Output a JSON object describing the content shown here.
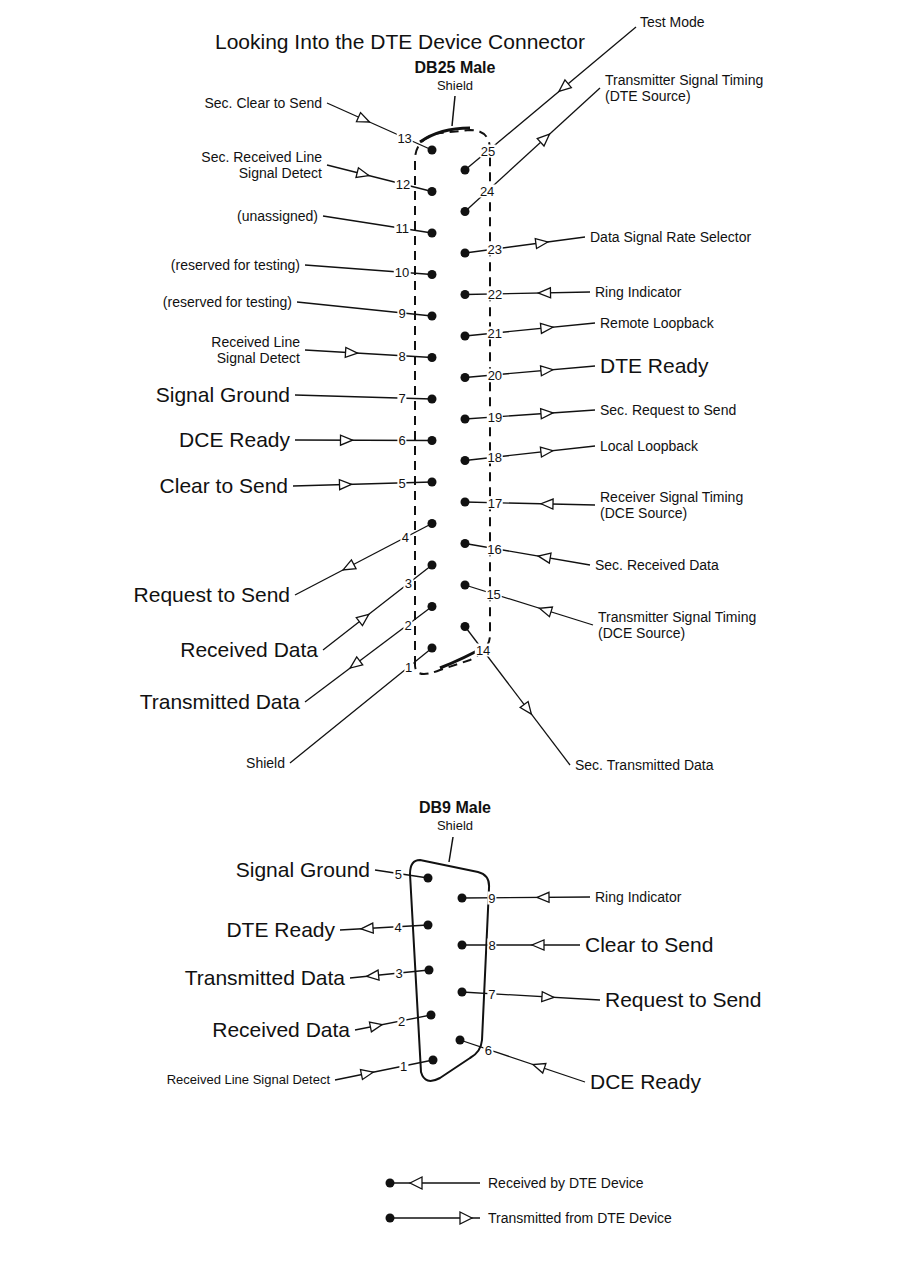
{
  "diagram": {
    "title": "Looking Into the DTE Device Connector",
    "labels": [
      "DB25 Male",
      "Shield",
      "13",
      "Sec. Clear to Send",
      "12",
      "Sec. Received Line Signal Detect",
      "11",
      "(unassigned)",
      "10",
      "(reserved for testing)",
      "9",
      "(reserved for testing)",
      "8",
      "Received Line Signal Detect",
      "7",
      "Signal Ground",
      "6",
      "DCE Ready",
      "5",
      "Clear to Send",
      "4",
      "Request to Send",
      "3",
      "Received Data",
      "2",
      "Transmitted Data",
      "1",
      "Shield",
      "25",
      "Test Mode",
      "24",
      "Transmitter Signal Timing (DTE Source)",
      "23",
      "Data Signal Rate Selector",
      "22",
      "Ring Indicator",
      "21",
      "Remote Loopback",
      "20",
      "DTE Ready",
      "19",
      "Sec. Request to Send",
      "18",
      "Local Loopback",
      "17",
      "Receiver Signal Timing (DCE Source)",
      "16",
      "Sec. Received Data",
      "15",
      "Transmitter Signal Timing (DCE Source)",
      "14",
      "Sec. Transmitted Data",
      "DB9 Male",
      "Shield",
      "5",
      "Signal Ground",
      "4",
      "DTE Ready",
      "3",
      "Transmitted Data",
      "2",
      "Received Data",
      "1",
      "Received Line Signal Detect",
      "9",
      "Ring Indicator",
      "8",
      "Clear to Send",
      "7",
      "Request to Send",
      "6",
      "DCE Ready"
    ],
    "legend": [
      {
        "text": "Received by DTE Device"
      },
      {
        "text": "Transmitted from DTE Device"
      }
    ]
  }
}
